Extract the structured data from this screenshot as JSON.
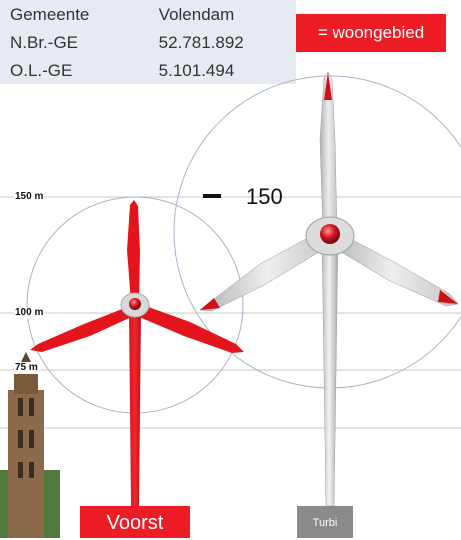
{
  "info": {
    "rows": [
      {
        "label": "Gemeente",
        "value": "Volendam"
      },
      {
        "label": "N.Br.-GE",
        "value": "52.781.892"
      },
      {
        "label": "O.L.-GE",
        "value": "5.101.494"
      }
    ]
  },
  "legend": {
    "label": "= woongebied",
    "color": "#ee1c25"
  },
  "height_labels": [
    "150 m",
    "100 m",
    "75 m"
  ],
  "main_height": "150",
  "turbines": [
    {
      "name": "Voorst",
      "color": "#ee1c25"
    },
    {
      "name": "Turbi",
      "color": "#8a8a8a"
    }
  ]
}
